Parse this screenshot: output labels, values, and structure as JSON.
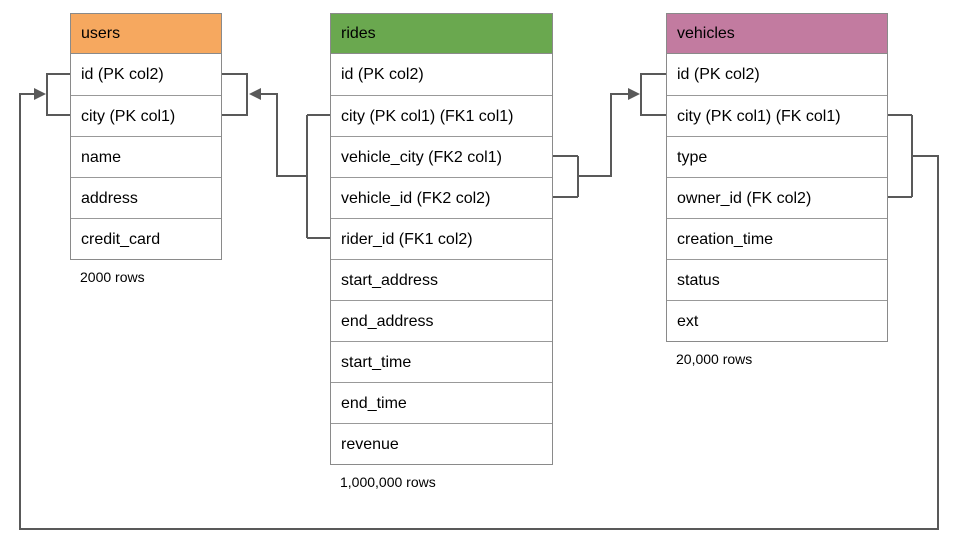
{
  "diagram": {
    "type": "entity-relationship-diagram",
    "connector_color": "#595959",
    "border_color": "#8a8a8a",
    "text_color": "#000000"
  },
  "tables": [
    {
      "name": "users",
      "header_color": "#F6A85F",
      "columns": [
        "id (PK col2)",
        "city (PK col1)",
        "name",
        "address",
        "credit_card"
      ],
      "row_count": "2000 rows"
    },
    {
      "name": "rides",
      "header_color": "#6AA84F",
      "columns": [
        "id (PK col2)",
        "city (PK col1) (FK1 col1)",
        "vehicle_city (FK2 col1)",
        "vehicle_id (FK2 col2)",
        "rider_id (FK1 col2)",
        "start_address",
        "end_address",
        "start_time",
        "end_time",
        "revenue"
      ],
      "row_count": "1,000,000 rows"
    },
    {
      "name": "vehicles",
      "header_color": "#C27BA0",
      "columns": [
        "id (PK col2)",
        "city (PK col1) (FK col1)",
        "type",
        "owner_id (FK col2)",
        "creation_time",
        "status",
        "ext"
      ],
      "row_count": "20,000 rows"
    }
  ],
  "relationships": [
    {
      "id": "FK1",
      "from": "rides (city, rider_id)",
      "to": "users (city, id)"
    },
    {
      "id": "FK2",
      "from": "rides (vehicle_city, vehicle_id)",
      "to": "vehicles (city, id)"
    },
    {
      "id": "FK",
      "from": "vehicles (city, owner_id)",
      "to": "users (city, id)"
    }
  ]
}
